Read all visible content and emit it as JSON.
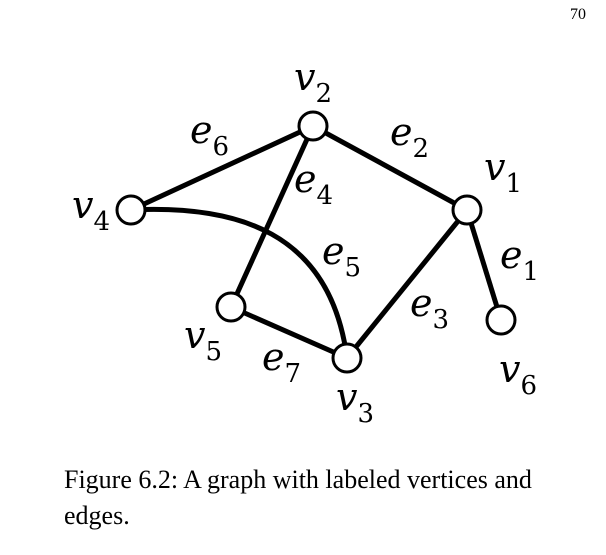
{
  "page": {
    "page_number": "70"
  },
  "figure": {
    "vertices": [
      {
        "id": "v1",
        "base": "v",
        "sub": "1"
      },
      {
        "id": "v2",
        "base": "v",
        "sub": "2"
      },
      {
        "id": "v3",
        "base": "v",
        "sub": "3"
      },
      {
        "id": "v4",
        "base": "v",
        "sub": "4"
      },
      {
        "id": "v5",
        "base": "v",
        "sub": "5"
      },
      {
        "id": "v6",
        "base": "v",
        "sub": "6"
      }
    ],
    "edges": [
      {
        "id": "e1",
        "base": "e",
        "sub": "1",
        "from": "v1",
        "to": "v6"
      },
      {
        "id": "e2",
        "base": "e",
        "sub": "2",
        "from": "v2",
        "to": "v1"
      },
      {
        "id": "e3",
        "base": "e",
        "sub": "3",
        "from": "v1",
        "to": "v3"
      },
      {
        "id": "e4",
        "base": "e",
        "sub": "4",
        "from": "v2",
        "to": "v5"
      },
      {
        "id": "e5",
        "base": "e",
        "sub": "5",
        "from": "v4",
        "to": "v3"
      },
      {
        "id": "e6",
        "base": "e",
        "sub": "6",
        "from": "v4",
        "to": "v2"
      },
      {
        "id": "e7",
        "base": "e",
        "sub": "7",
        "from": "v5",
        "to": "v3"
      }
    ]
  },
  "caption": {
    "text": "Figure 6.2: A graph with labeled vertices and edges."
  }
}
